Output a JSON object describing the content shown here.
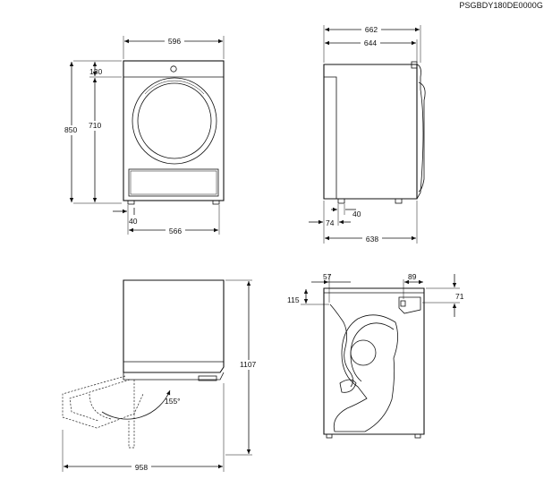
{
  "model_code": "PSGBDY180DE0000G",
  "front_view": {
    "width_label": "596",
    "top_height_label": "130",
    "door_height_label": "710",
    "total_height_label": "850",
    "foot_offset_label": "40",
    "feet_span_label": "566"
  },
  "side_view": {
    "depth_total_label": "662",
    "depth_body_label": "644",
    "foot_offset_label": "40",
    "foot_front_label": "74",
    "depth_base_label": "638"
  },
  "open_door_view": {
    "height_open_label": "1107",
    "angle_label": "155°",
    "depth_open_label": "958"
  },
  "rear_view": {
    "hose_left_label": "57",
    "hose_right_label": "89",
    "hose_top_left_label": "115",
    "hose_top_right_label": "71"
  }
}
